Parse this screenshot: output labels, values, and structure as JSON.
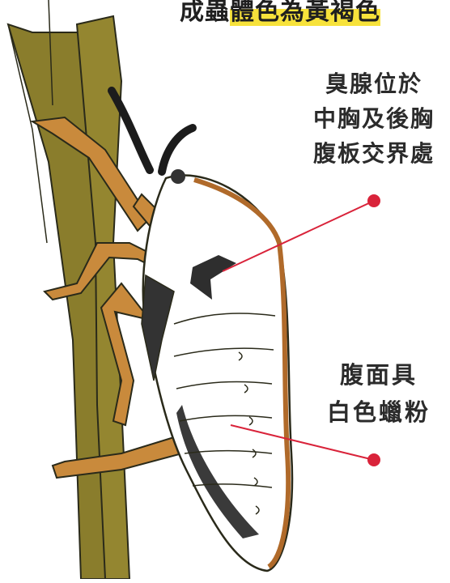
{
  "title": {
    "prefix": "成蟲",
    "highlight": "體色為黃褐色"
  },
  "callouts": {
    "scent_gland": [
      "臭腺位於",
      "中胸及後胸",
      "腹板交界處"
    ],
    "wax": [
      "腹面具",
      "白色蠟粉"
    ]
  },
  "colors": {
    "stem": "#8a7d2c",
    "stem_outline": "#2a2a1a",
    "leg": "#c98a3c",
    "body": "#ffffff",
    "body_edge": "#b06a2a",
    "dark": "#333333",
    "pointer": "#d9233a",
    "highlight": "#f7e23b"
  }
}
